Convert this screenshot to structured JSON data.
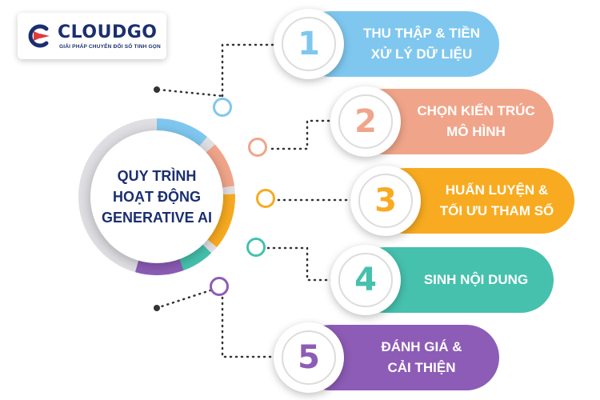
{
  "brand": {
    "name": "CLOUDGO",
    "tagline": "GIẢI PHÁP CHUYỂN ĐỔI SỐ TINH GỌN"
  },
  "center": {
    "lines": [
      "QUY TRÌNH",
      "HOẠT ĐỘNG",
      "GENERATIVE AI"
    ]
  },
  "steps": [
    {
      "number": "1",
      "lines": [
        "THU THẬP & TIỀN",
        "XỬ LÝ DỮ LIỆU"
      ],
      "color": "#7fc7ef"
    },
    {
      "number": "2",
      "lines": [
        "CHỌN KIẾN TRÚC",
        "MÔ HÌNH"
      ],
      "color": "#f0a58a"
    },
    {
      "number": "3",
      "lines": [
        "HUẤN LUYỆN &",
        "TỐI ƯU THAM SỐ"
      ],
      "color": "#f8ab20"
    },
    {
      "number": "4",
      "lines": [
        "SINH NỘI DUNG"
      ],
      "color": "#45c1ad"
    },
    {
      "number": "5",
      "lines": [
        "ĐÁNH GIÁ &",
        "CẢI THIỆN"
      ],
      "color": "#8d5cb6"
    }
  ],
  "colors": {
    "navy": "#1b2f6f",
    "logo_red": "#e03b3b",
    "hub_ring": [
      "#7fc7ef",
      "#f0a58a",
      "#f8ab20",
      "#45c1ad",
      "#8d5cb6"
    ]
  }
}
